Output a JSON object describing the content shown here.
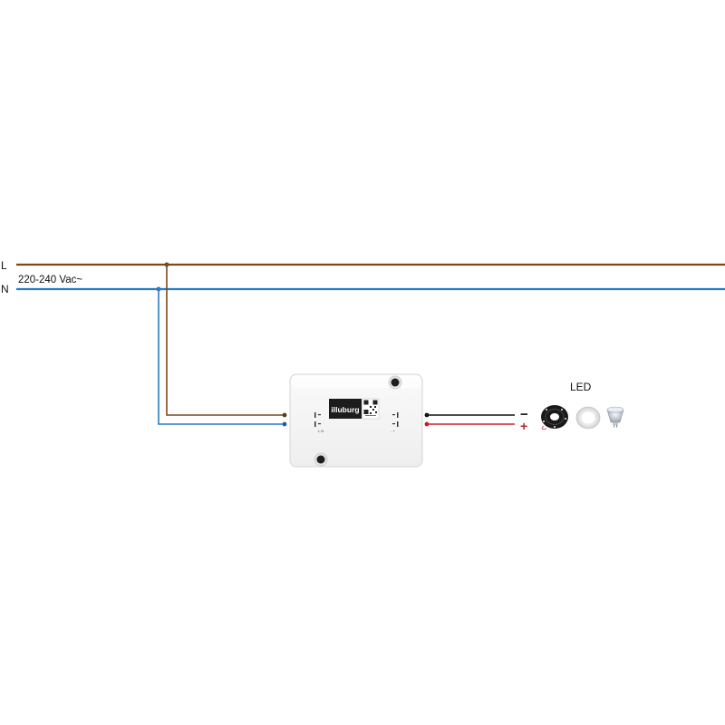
{
  "mains": {
    "line_label": "L",
    "neutral_label": "N",
    "voltage_label": "220-240 Vac~"
  },
  "driver": {
    "brand": "illuburg",
    "input_terminal_label": "L N",
    "output_terminal_label": "- +"
  },
  "output": {
    "minus_label": "−",
    "plus_label": "+",
    "load_label": "LED"
  },
  "colors": {
    "line_wire": "#7a4a1e",
    "neutral_wire": "#2a7bc8",
    "negative_wire": "#111111",
    "positive_wire": "#d0202a",
    "plus_sign": "#c0202a"
  },
  "icons": [
    "led-strip-reel-icon",
    "led-downlight-icon",
    "gu10-led-bulb-icon"
  ]
}
